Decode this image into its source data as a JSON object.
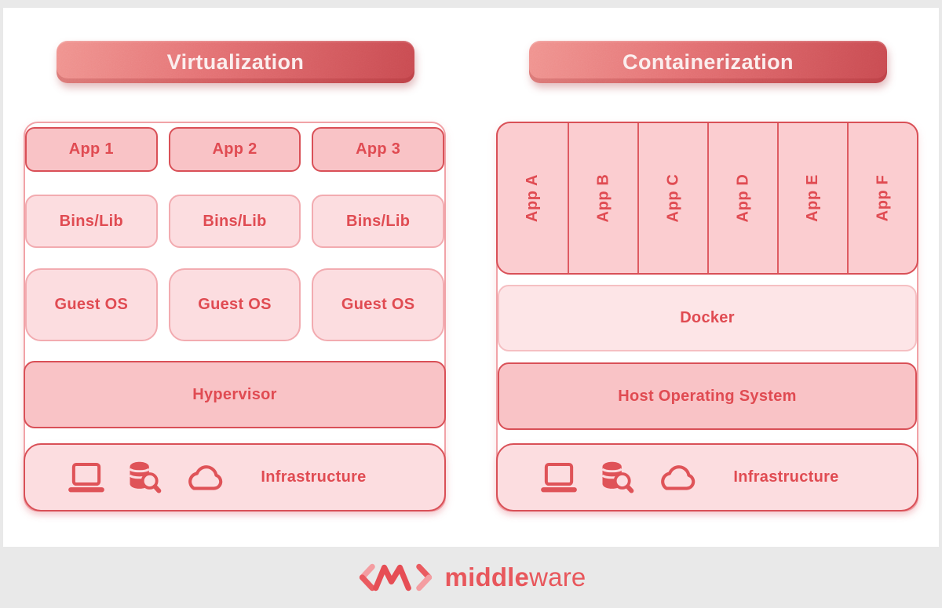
{
  "banners": {
    "left": "Virtualization",
    "right": "Containerization"
  },
  "virtualization": {
    "apps": [
      "App 1",
      "App 2",
      "App 3"
    ],
    "bins_libs": [
      "Bins/Lib",
      "Bins/Lib",
      "Bins/Lib"
    ],
    "guest_os": [
      "Guest OS",
      "Guest OS",
      "Guest OS"
    ],
    "hypervisor": "Hypervisor",
    "infrastructure": "Infrastructure"
  },
  "containerization": {
    "apps": [
      "App A",
      "App B",
      "App C",
      "App D",
      "App E",
      "App F"
    ],
    "docker": "Docker",
    "host_os": "Host Operating System",
    "infrastructure": "Infrastructure"
  },
  "footer": {
    "brand_bold": "middle",
    "brand_regular": "ware"
  },
  "icons": {
    "infrastructure": [
      "laptop-icon",
      "database-search-icon",
      "cloud-icon"
    ],
    "brand": "angle-brackets-logo-icon"
  },
  "colors": {
    "accent_red": "#d95057",
    "text_red": "#e04b52",
    "box_pink_dark": "#f9c3c6",
    "box_pink_light": "#fcdde0",
    "box_pink_lighter": "#fde5e7",
    "panel_border": "#f1a2a7",
    "banner_gradient_start": "#f0938f",
    "banner_gradient_end": "#c84a50",
    "background_gray": "#e9e9e9",
    "brand_red": "#e8575c"
  }
}
